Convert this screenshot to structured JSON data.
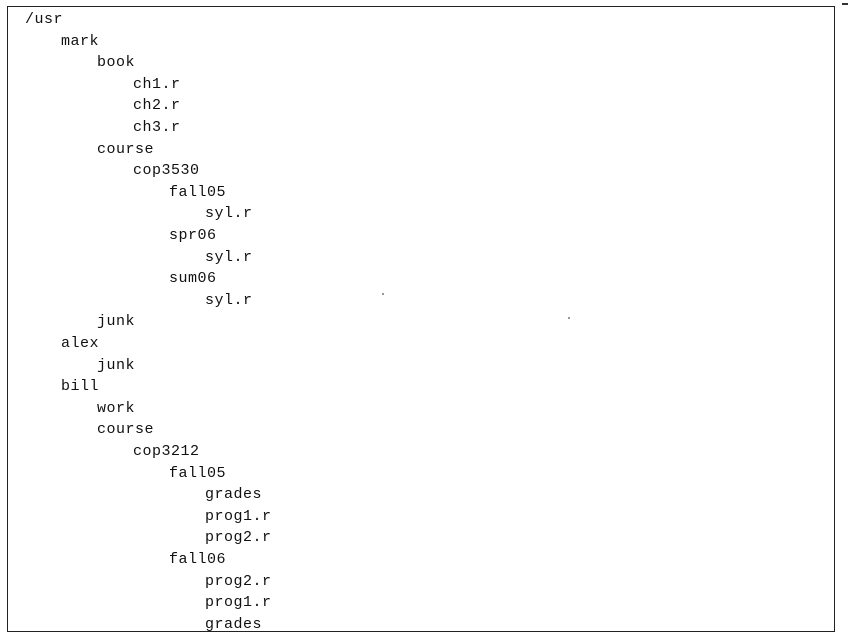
{
  "tree": [
    {
      "label": "/usr",
      "depth": 0
    },
    {
      "label": "mark",
      "depth": 1
    },
    {
      "label": "book",
      "depth": 2
    },
    {
      "label": "ch1.r",
      "depth": 3
    },
    {
      "label": "ch2.r",
      "depth": 3
    },
    {
      "label": "ch3.r",
      "depth": 3
    },
    {
      "label": "course",
      "depth": 2
    },
    {
      "label": "cop3530",
      "depth": 3
    },
    {
      "label": "fall05",
      "depth": 4
    },
    {
      "label": "syl.r",
      "depth": 5
    },
    {
      "label": "spr06",
      "depth": 4
    },
    {
      "label": "syl.r",
      "depth": 5
    },
    {
      "label": "sum06",
      "depth": 4
    },
    {
      "label": "syl.r",
      "depth": 5
    },
    {
      "label": "junk",
      "depth": 2
    },
    {
      "label": "alex",
      "depth": 1
    },
    {
      "label": "junk",
      "depth": 2
    },
    {
      "label": "bill",
      "depth": 1
    },
    {
      "label": "work",
      "depth": 2
    },
    {
      "label": "course",
      "depth": 2
    },
    {
      "label": "cop3212",
      "depth": 3
    },
    {
      "label": "fall05",
      "depth": 4
    },
    {
      "label": "grades",
      "depth": 5
    },
    {
      "label": "prog1.r",
      "depth": 5
    },
    {
      "label": "prog2.r",
      "depth": 5
    },
    {
      "label": "fall06",
      "depth": 4
    },
    {
      "label": "prog2.r",
      "depth": 5
    },
    {
      "label": "prog1.r",
      "depth": 5
    },
    {
      "label": "grades",
      "depth": 5
    }
  ]
}
